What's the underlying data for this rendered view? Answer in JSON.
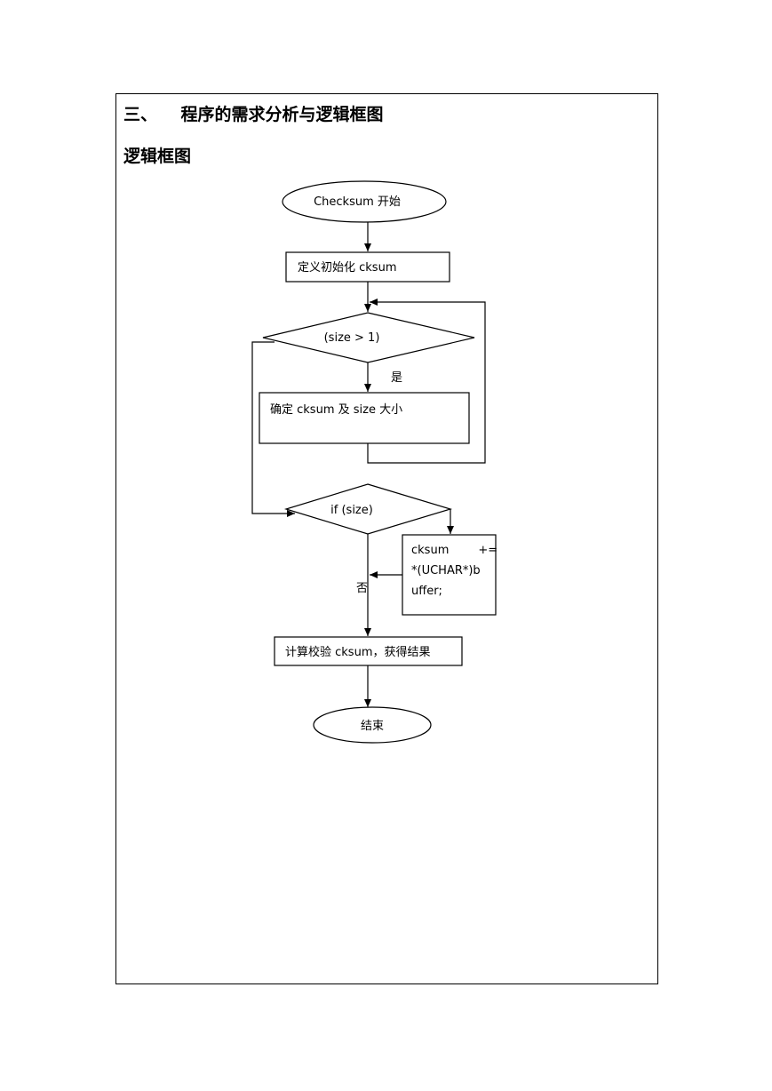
{
  "section": {
    "heading": "三、    程序的需求分析与逻辑框图",
    "subheading": "逻辑框图"
  },
  "flowchart": {
    "start": "Checksum 开始",
    "init": "定义初始化 cksum",
    "loop_condition": "(size > 1)",
    "yes_label": "是",
    "loop_body": "确定 cksum 及 size 大小",
    "if_condition": "if (size)",
    "if_body_lines": [
      "cksum        +=",
      "*(UCHAR*)b",
      "uffer;"
    ],
    "no_label": "否",
    "compute": "计算校验 cksum，获得结果",
    "end": "结束"
  }
}
